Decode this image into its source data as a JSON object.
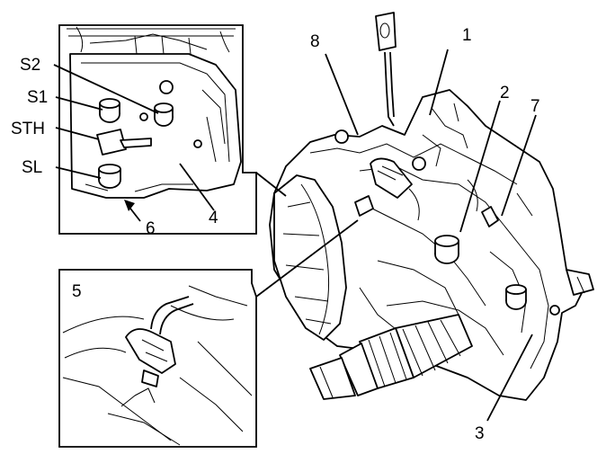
{
  "figure": {
    "inset_top_labels": [
      "S2",
      "S1",
      "STH",
      "SL"
    ],
    "inset_top_number_4": "4",
    "inset_top_number_6": "6",
    "inset_bottom_number": "5",
    "callouts": [
      "1",
      "2",
      "3",
      "7",
      "8"
    ]
  }
}
